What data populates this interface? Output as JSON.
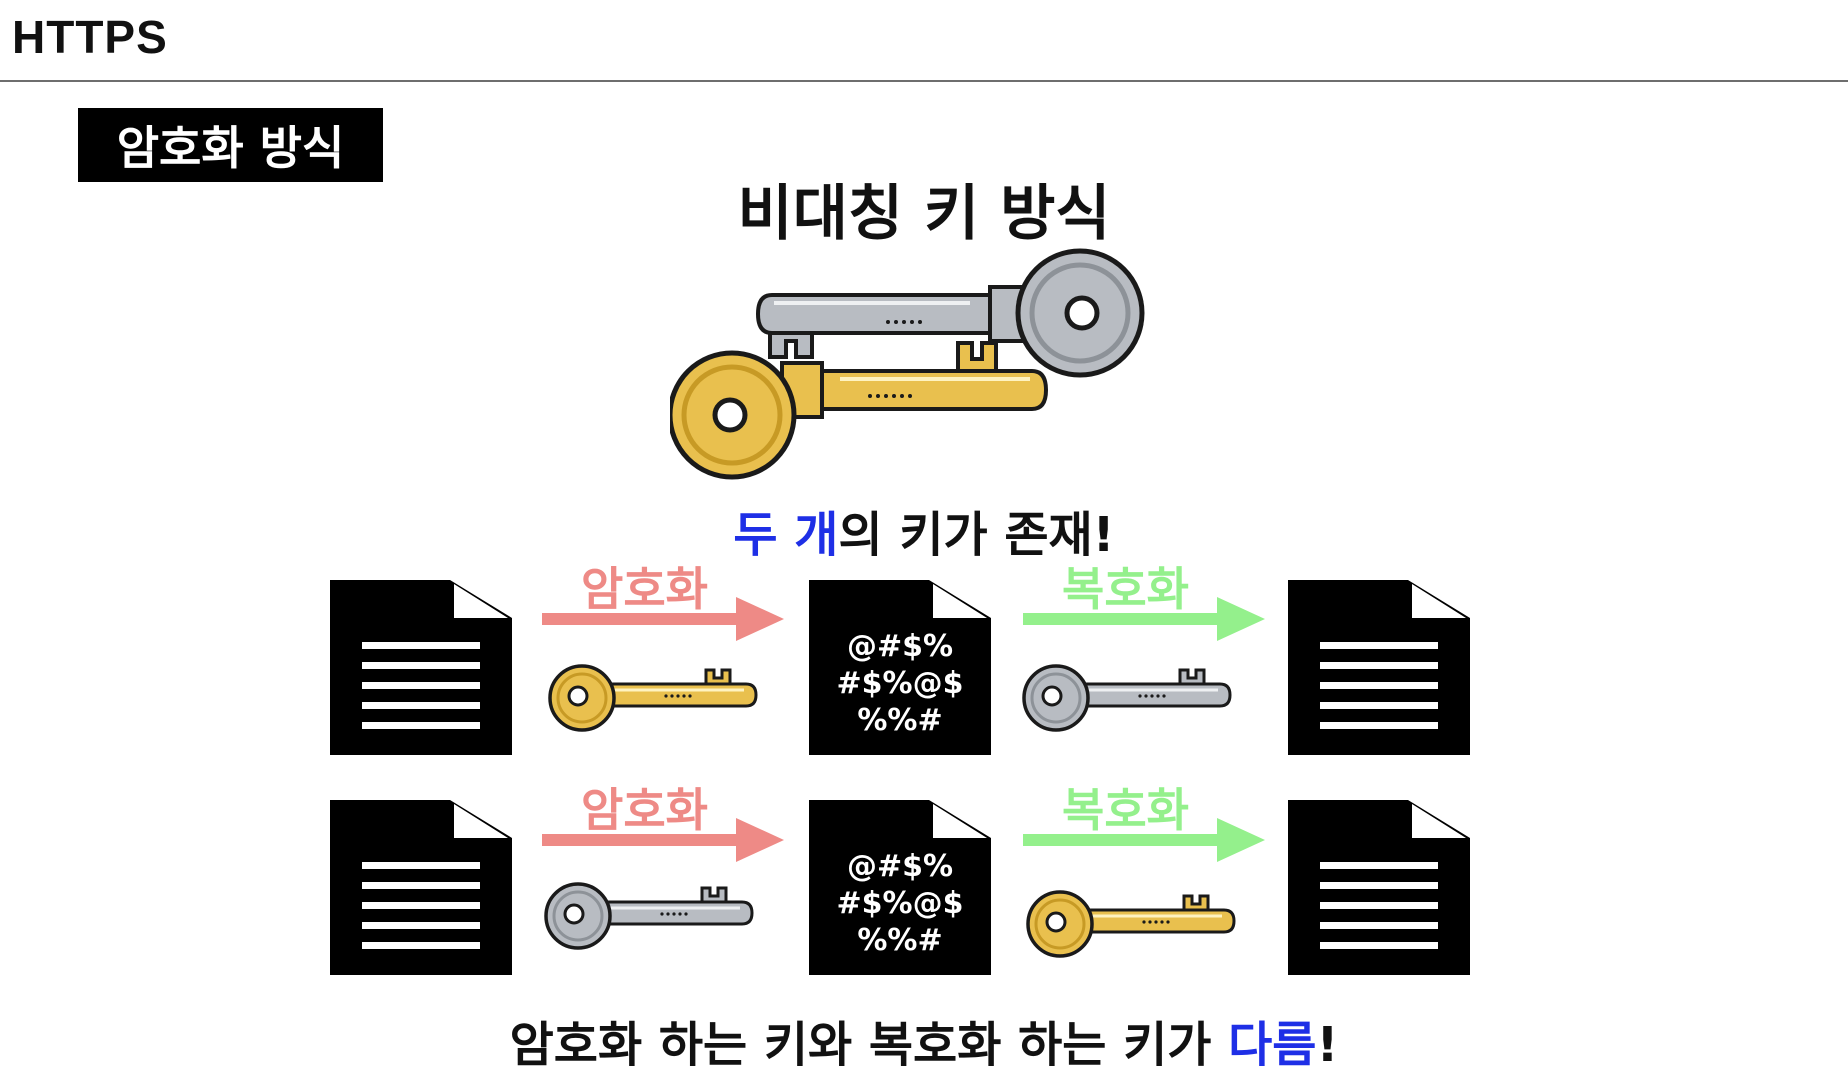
{
  "header": {
    "title": "HTTPS"
  },
  "section": {
    "badge": "암호화 방식"
  },
  "diagram": {
    "title": "비대칭 키 방식",
    "subtitle": {
      "highlight": "두 개",
      "rest": "의 키가 존재!"
    },
    "rows": [
      {
        "encrypt_label": "암호화",
        "encrypt_key": "gold",
        "cipher_lines": [
          "@#$%",
          "#$%@$",
          "%%#"
        ],
        "decrypt_label": "복호화",
        "decrypt_key": "silver"
      },
      {
        "encrypt_label": "암호화",
        "encrypt_key": "silver",
        "cipher_lines": [
          "@#$%",
          "#$%@$",
          "%%#"
        ],
        "decrypt_label": "복호화",
        "decrypt_key": "gold"
      }
    ],
    "note": {
      "prefix": "암호화 하는 키와 복호화 하는 키가 ",
      "highlight": "다름",
      "suffix": "!"
    }
  },
  "colors": {
    "encrypt_arrow": "#ee8a86",
    "decrypt_arrow": "#94f08c",
    "highlight_text": "#1e2fe6",
    "key_gold": "#e9c04e",
    "key_silver": "#b8bcc2"
  },
  "icons": [
    "document-icon",
    "encrypted-document-icon",
    "gold-key-icon",
    "silver-key-icon",
    "arrow-right-icon"
  ]
}
